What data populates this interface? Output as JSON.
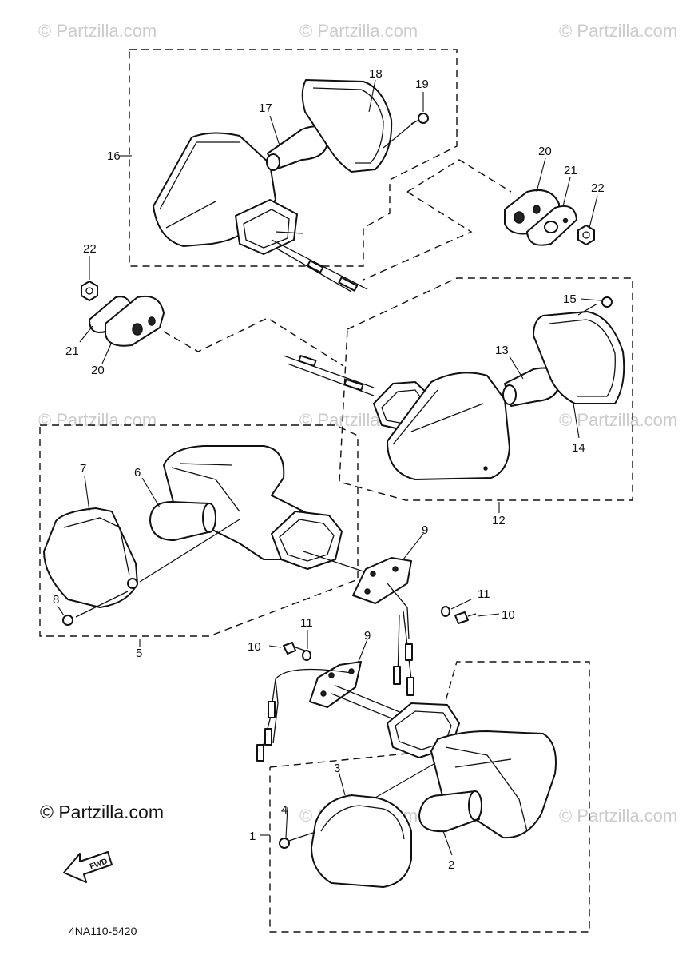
{
  "watermark": "© Partzilla.com",
  "brand_text": "© Partzilla.com",
  "diagram_code": "4NA110-5420",
  "fwd_label": "FWD",
  "callouts": {
    "n1": "1",
    "n2": "2",
    "n3": "3",
    "n4": "4",
    "n5": "5",
    "n6": "6",
    "n7": "7",
    "n8": "8",
    "n9a": "9",
    "n9b": "9",
    "n10a": "10",
    "n10b": "10",
    "n11a": "11",
    "n11b": "11",
    "n12": "12",
    "n13": "13",
    "n14": "14",
    "n15": "15",
    "n16": "16",
    "n17": "17",
    "n18": "18",
    "n19": "19",
    "n20a": "20",
    "n20b": "20",
    "n21a": "21",
    "n21b": "21",
    "n22a": "22",
    "n22b": "22"
  }
}
